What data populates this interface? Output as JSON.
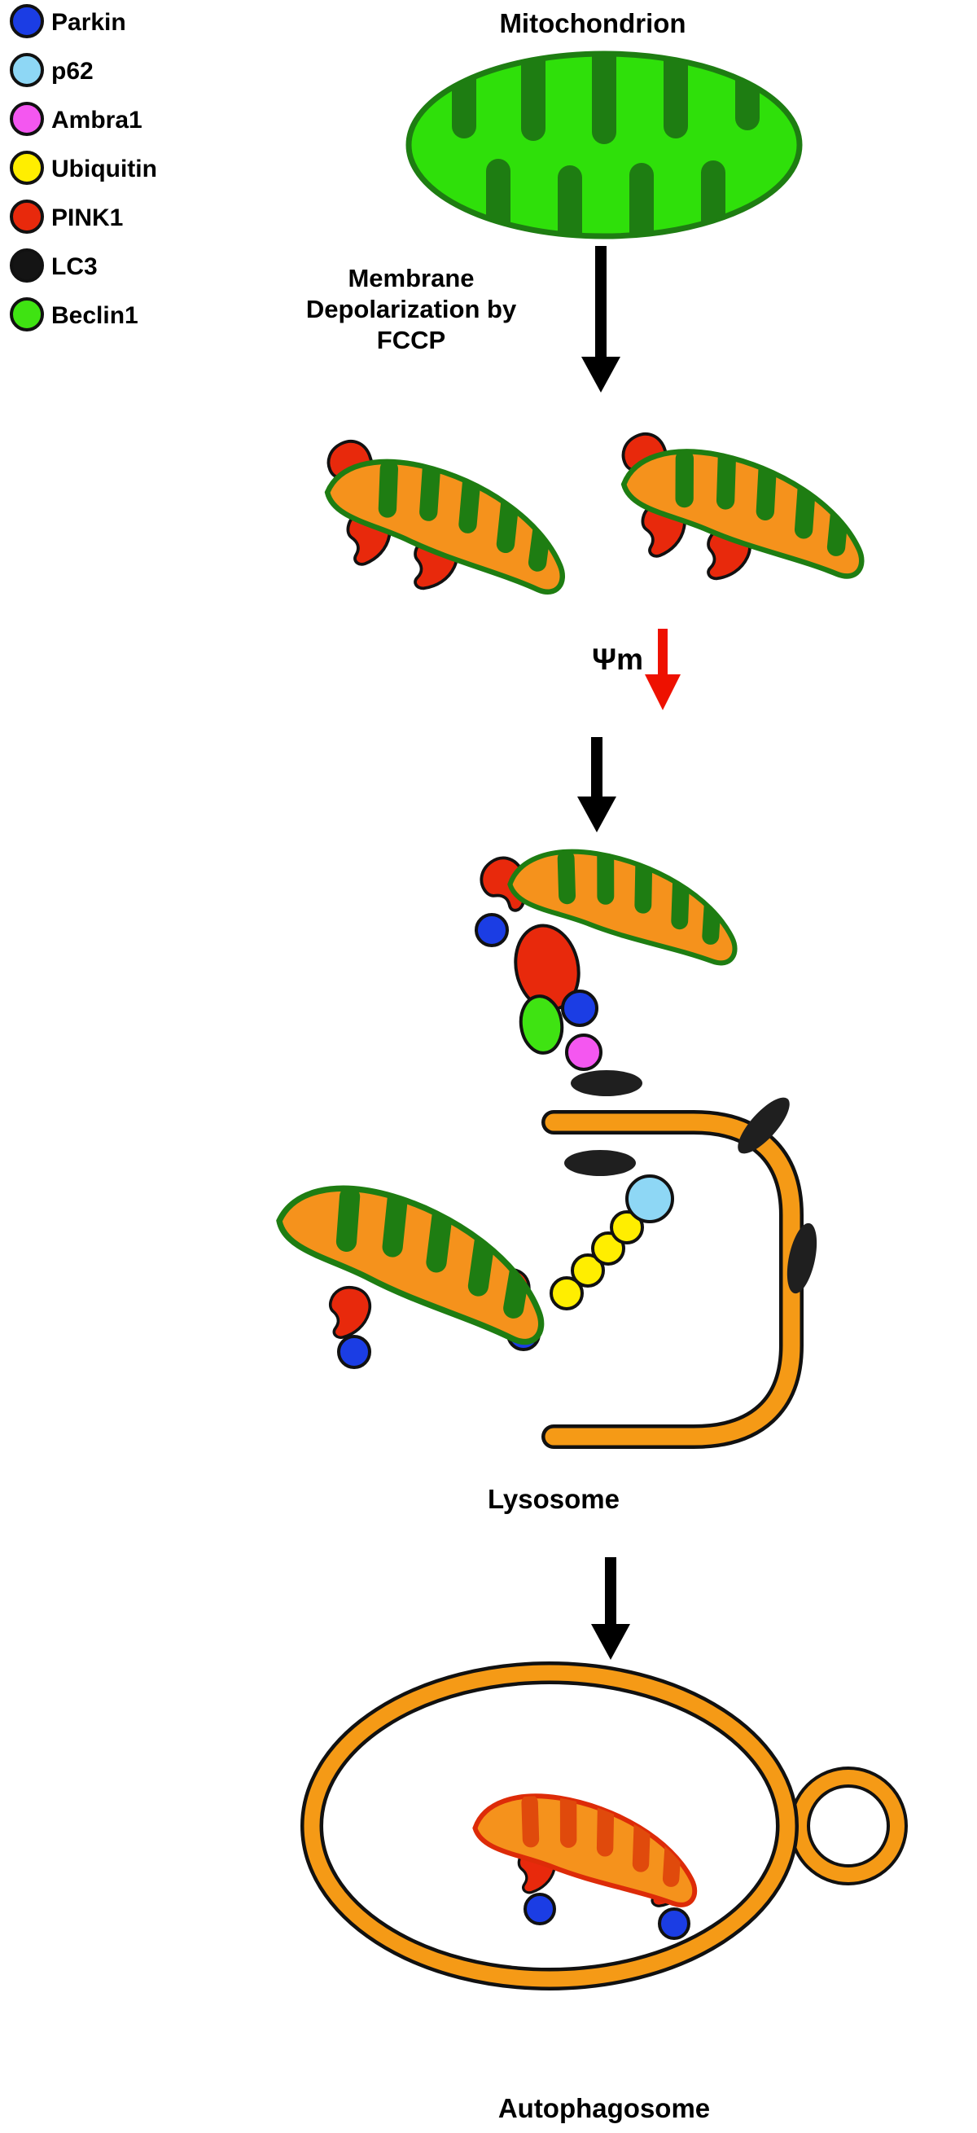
{
  "legend": {
    "items": [
      {
        "id": "parkin",
        "label": "Parkin",
        "color": "#1b3de4"
      },
      {
        "id": "p62",
        "label": "p62",
        "color": "#8ed7f5"
      },
      {
        "id": "ambra1",
        "label": "Ambra1",
        "color": "#f457f0"
      },
      {
        "id": "ubiquitin",
        "label": "Ubiquitin",
        "color": "#ffee00"
      },
      {
        "id": "pink1",
        "label": "PINK1",
        "color": "#e8290c"
      },
      {
        "id": "lc3",
        "label": "LC3",
        "color": "#141414"
      },
      {
        "id": "beclin1",
        "label": "Beclin1",
        "color": "#3fe312"
      }
    ]
  },
  "labels": {
    "mitochondrion": "Mitochondrion",
    "depolarization_line1": "Membrane",
    "depolarization_line2": "Depolarization by",
    "depolarization_line3": "FCCP",
    "membrane_potential": "Ψm",
    "lysosome": "Lysosome",
    "autophagosome": "Autophagosome"
  },
  "colors": {
    "healthy_mito_fill": "#2fe00a",
    "mito_outline_green": "#1e7d12",
    "damaged_mito_fill": "#f5921c",
    "membrane_orange": "#f59a16",
    "pink1_red": "#e8290c",
    "parkin_blue": "#1b3de4",
    "p62_light_blue": "#8ed7f5",
    "ambra1_magenta": "#f457f0",
    "ubiquitin_yellow": "#ffee00",
    "beclin1_green": "#3fe312",
    "lc3_black": "#1f1f1f",
    "arrow_black": "#000000",
    "arrow_red": "#ee1100",
    "degraded_mito_outline": "#dd2b08"
  }
}
